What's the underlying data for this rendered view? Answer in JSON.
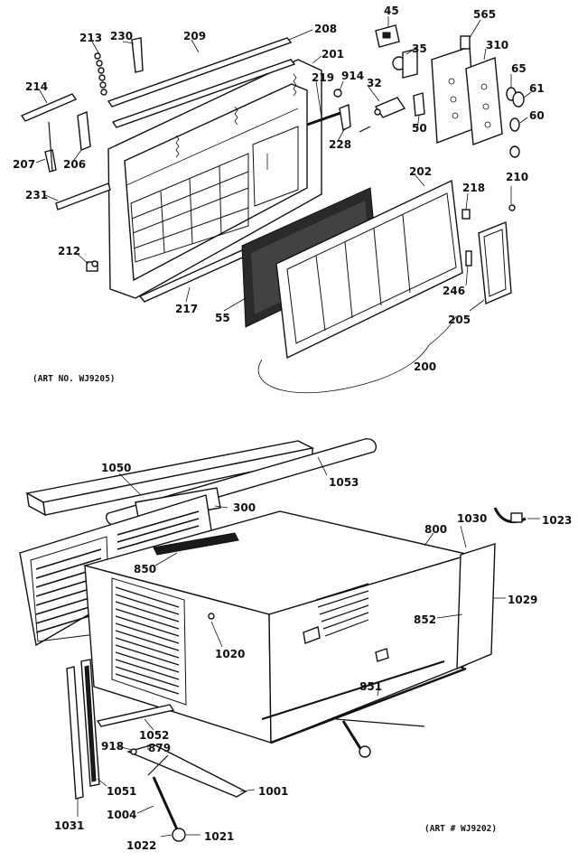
{
  "top_diagram": {
    "art_number": "(ART NO. WJ9205)",
    "labels": [
      "45",
      "565",
      "213",
      "230",
      "209",
      "208",
      "35",
      "310",
      "201",
      "914",
      "65",
      "214",
      "219",
      "32",
      "61",
      "60",
      "228",
      "50",
      "207",
      "206",
      "202",
      "218",
      "210",
      "231",
      "212",
      "246",
      "217",
      "55",
      "205",
      "200"
    ]
  },
  "bottom_diagram": {
    "art_number": "(ART # WJ9202)",
    "labels": [
      "1050",
      "1053",
      "1023",
      "300",
      "800",
      "1030",
      "850",
      "1029",
      "852",
      "1020",
      "851",
      "918",
      "879",
      "1052",
      "1051",
      "1001",
      "1004",
      "1031",
      "1022",
      "1021"
    ]
  }
}
